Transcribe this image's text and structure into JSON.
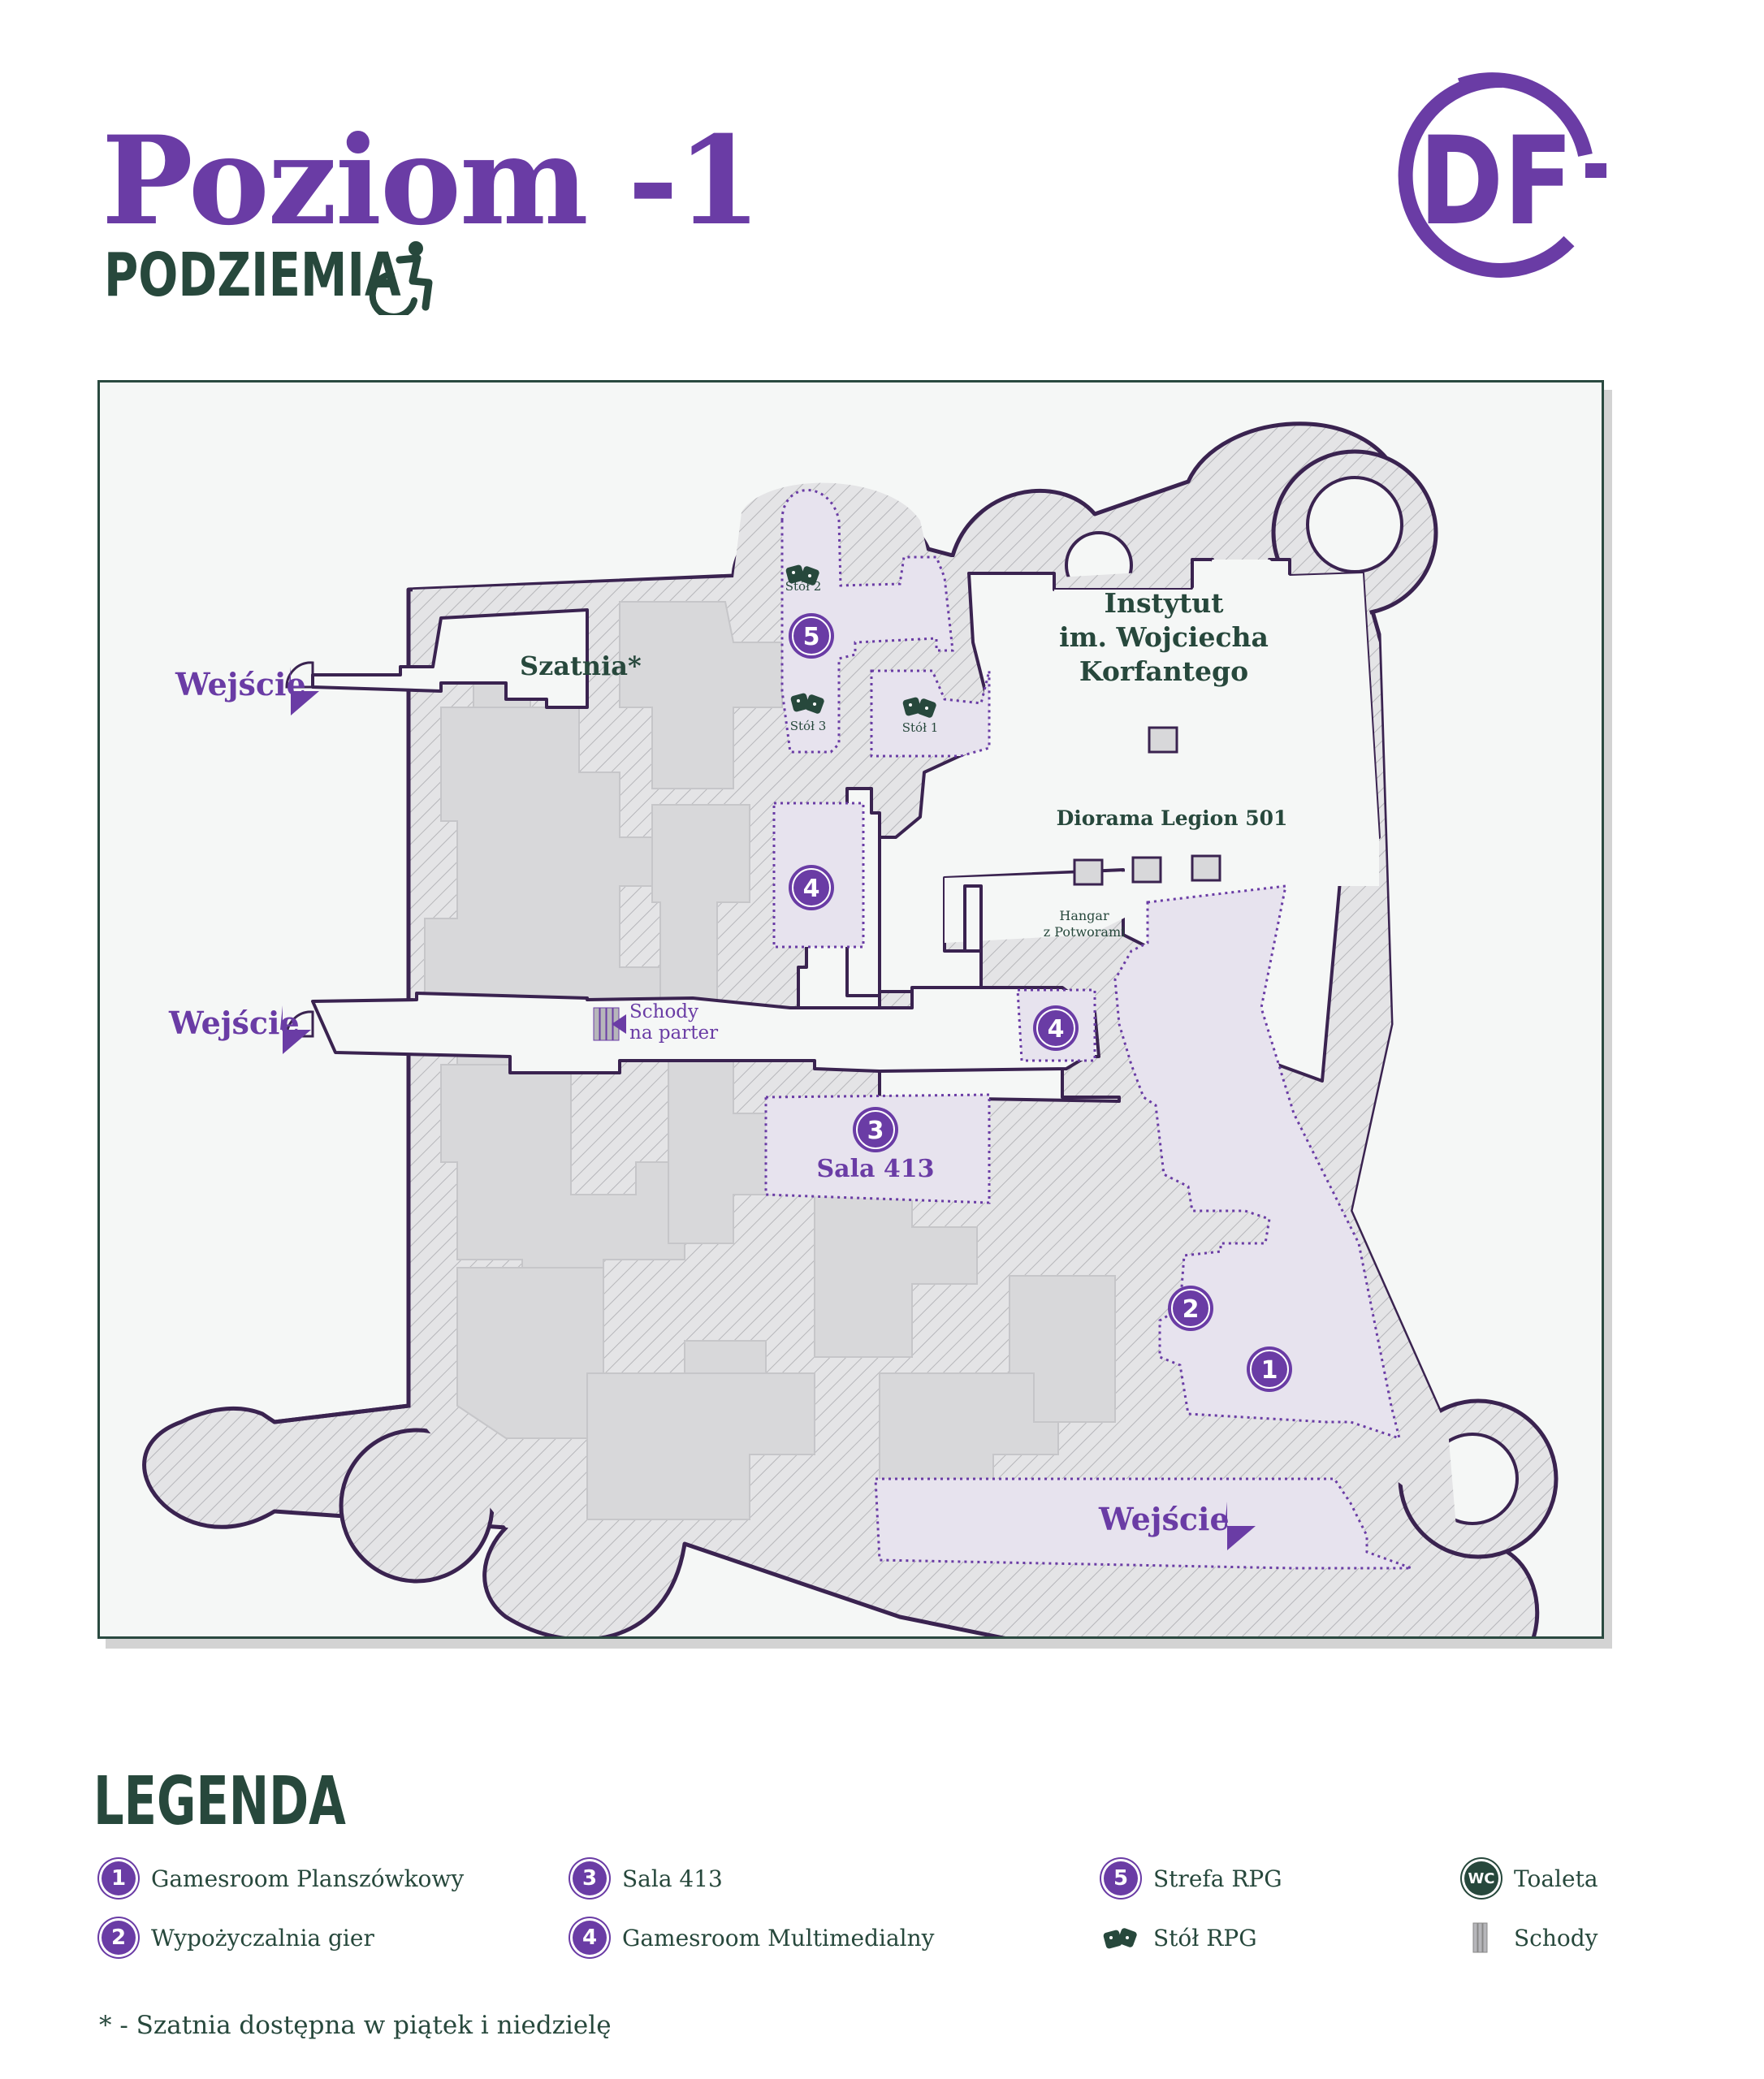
{
  "header": {
    "title": "Poziom -1",
    "subtitle": "PODZIEMIA",
    "logo_text": "DF"
  },
  "colors": {
    "purple": "#6a3ca5",
    "dark_green": "#27483c",
    "room_fill": "#e7e3ee",
    "building_fill": "#d9d9db",
    "outline": "#3a2350"
  },
  "icons": {
    "accessibility": "wheelchair-icon",
    "rpg_table": "dice-icon",
    "toilet": "wc-icon",
    "stairs": "stairs-icon",
    "entrance_arrow": "arrow-right-icon"
  },
  "map": {
    "entrances": [
      "Wejście",
      "Wejście",
      "Wejście"
    ],
    "rooms": {
      "szatnia": "Szatnia*",
      "instytut_line1": "Instytut",
      "instytut_line2": "im. Wojciecha",
      "instytut_line3": "Korfantego",
      "diorama": "Diorama Legion 501",
      "hangar_line1": "Hangar",
      "hangar_line2": "z Potworami",
      "stairs_line1": "Schody",
      "stairs_line2": "na parter",
      "sala": "Sala 413",
      "stol1": "Stół 1",
      "stol2": "Stół 2",
      "stol3": "Stół 3"
    },
    "markers": [
      "5",
      "4",
      "4",
      "3",
      "2",
      "1"
    ]
  },
  "legend": {
    "title": "LEGENDA",
    "items": [
      {
        "badge": "1",
        "label": "Gamesroom Planszówkowy"
      },
      {
        "badge": "2",
        "label": "Wypożyczalnia gier"
      },
      {
        "badge": "3",
        "label": "Sala 413"
      },
      {
        "badge": "4",
        "label": "Gamesroom Multimedialny"
      },
      {
        "badge": "5",
        "label": "Strefa RPG"
      },
      {
        "badge": "",
        "label": "Stół RPG"
      },
      {
        "badge": "WC",
        "label": "Toaleta"
      },
      {
        "badge": "",
        "label": "Schody"
      }
    ],
    "footnote": "* - Szatnia dostępna w piątek i niedzielę"
  }
}
